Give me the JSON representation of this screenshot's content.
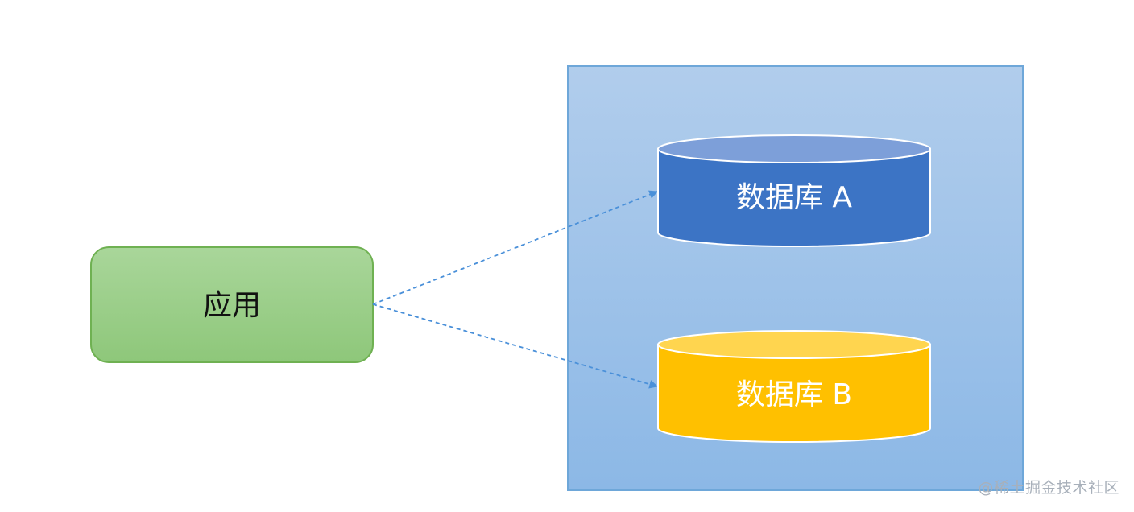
{
  "app_node": {
    "label": "应用",
    "color": "#93c97f",
    "border": "#6fb152"
  },
  "container": {
    "fill": "#a2c5ea",
    "border": "#6ea7d9"
  },
  "databases": [
    {
      "label": "数据库 A",
      "body_color": "#3c74c5",
      "top_color": "#7d9fd9"
    },
    {
      "label": "数据库 B",
      "body_color": "#ffc000",
      "top_color": "#ffd54f"
    }
  ],
  "edges": {
    "color": "#4a90d9",
    "style": "dashed"
  },
  "watermark": "@稀土掘金技术社区"
}
